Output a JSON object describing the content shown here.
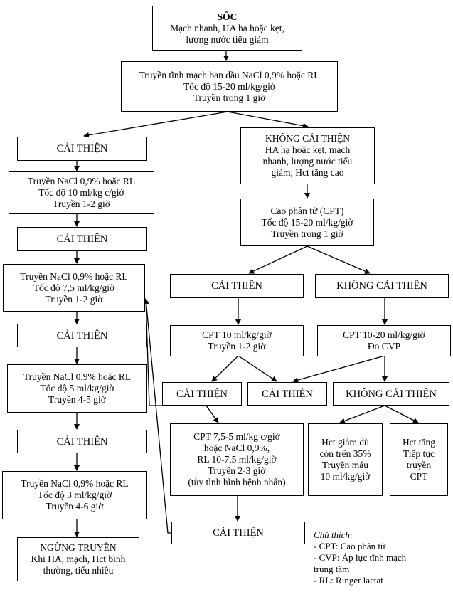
{
  "nodes": {
    "shock": [
      "SỐC",
      "Mạch nhanh, HA hạ hoặc kẹt,",
      "lượng nước tiểu giảm"
    ],
    "initial": [
      "Truyền tĩnh mạch ban đầu NaCl 0,9% hoặc RL",
      "Tốc độ 15-20 ml/kg/giờ",
      "Truyền trong 1 giờ"
    ],
    "l_improve1": [
      "CẢI THIỆN"
    ],
    "l_step1": [
      "Truyền NaCl 0,9% hoặc RL",
      "Tốc độ 10 ml/kg c/giờ",
      "Truyền 1-2 giờ"
    ],
    "l_improve2": [
      "CẢI THIỆN"
    ],
    "l_step2": [
      "Truyền NaCl 0,9% hoặc RL",
      "Tốc độ 7,5 ml/kg/giờ",
      "Truyền 1-2 giờ"
    ],
    "l_improve3": [
      "CẢI THIỆN"
    ],
    "l_step3": [
      "Truyền NaCl 0,9% hoặc RL",
      "Tốc độ 5 ml/kg/giờ",
      "Truyền 4-5 giờ"
    ],
    "l_improve4": [
      "CẢI THIỆN"
    ],
    "l_step4": [
      "Truyền NaCl 0,9% hoặc RL",
      "Tốc độ 3 ml/kg/giờ",
      "Truyền 4-6 giờ"
    ],
    "stop": [
      "NGỪNG TRUYỀN",
      "Khi HA, mạch, Hct bình",
      "thường, tiểu nhiều"
    ],
    "no_improve1": [
      "KHÔNG CẢI THIỆN",
      "HA hạ hoặc kẹt, mạch",
      "nhanh, lượng nước tiểu",
      "giảm, Hct tăng cao"
    ],
    "cpt1": [
      "Cao phân tử (CPT)",
      "Tốc độ 15-20 ml/kg/giờ",
      "Truyền trong 1 giờ"
    ],
    "r_improve1": [
      "CẢI THIỆN"
    ],
    "r_no_improve2": [
      "KHÔNG CẢI THIỆN"
    ],
    "cpt2": [
      "CPT 10 ml/kg/giờ",
      "Truyền 1-2 giờ"
    ],
    "cpt3": [
      "CPT 10-20 ml/kg/giờ",
      "Đo CVP"
    ],
    "r_improve2": [
      "CẢI THIỆN"
    ],
    "r_improve3": [
      "CẢI THIỆN"
    ],
    "r_no_improve3": [
      "KHÔNG CẢI THIỆN"
    ],
    "cpt4": [
      "CPT 7,5-5 ml/kg c/giờ",
      "hoặc NaCl 0,9%,",
      "RL 10-7,5 ml/kg/giờ",
      "Truyền 2-3 giờ",
      "(tùy tình hình bệnh nhân)"
    ],
    "hct_low": [
      "Hct giảm dù",
      "còn trên 35%",
      "Truyền máu",
      "10 ml/kg/giờ"
    ],
    "hct_high": [
      "Hct tăng",
      "Tiếp tục",
      "truyền",
      "CPT"
    ],
    "r_improve4": [
      "CẢI THIỆN"
    ]
  },
  "legend": {
    "title": "Chú thích:",
    "items": [
      "- CPT: Cao phân tử",
      "- CVP: Áp lực tĩnh mạch",
      "trung tâm",
      "- RL: Ringer lactat"
    ]
  }
}
